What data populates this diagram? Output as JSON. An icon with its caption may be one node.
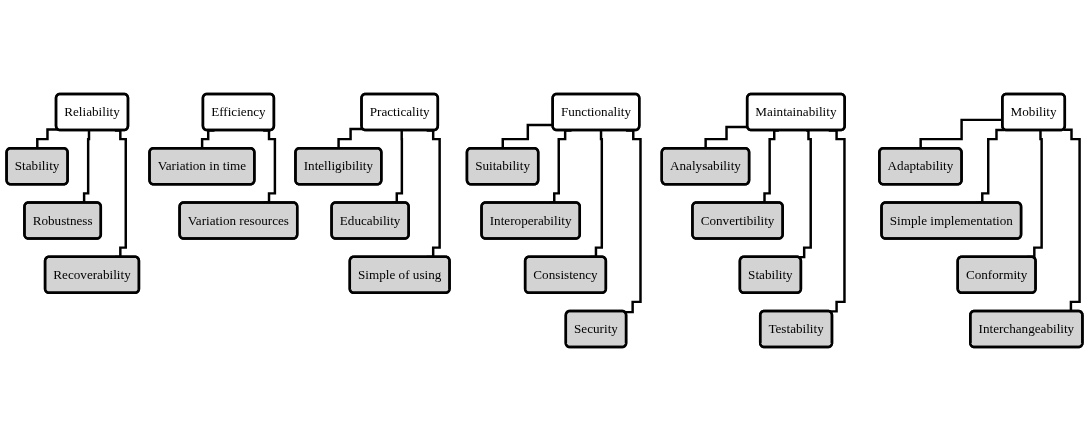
{
  "diagram": {
    "nodes": [
      {
        "text": [
          "Functionality"
        ]
      },
      {
        "text": [
          "Suitability"
        ]
      },
      {
        "text": [
          "Interoperability"
        ]
      },
      {
        "text": [
          "Consistency"
        ]
      },
      {
        "text": [
          "Security"
        ]
      },
      {
        "text": [
          "Reliability"
        ]
      },
      {
        "text": [
          "Stability"
        ]
      },
      {
        "text": [
          "Robustness"
        ]
      },
      {
        "text": [
          "Recoverability"
        ]
      },
      {
        "text": [
          "Practicality"
        ]
      },
      {
        "text": [
          "Intelligibility"
        ]
      },
      {
        "text": [
          "Educability"
        ]
      },
      {
        "text": [
          "Simple of using"
        ]
      },
      {
        "text": [
          "Efficiency"
        ]
      },
      {
        "text": [
          "Variation in time"
        ]
      },
      {
        "text": [
          "Variation resources"
        ]
      },
      {
        "text": [
          "Maintainability"
        ]
      },
      {
        "text": [
          "Analysability"
        ]
      },
      {
        "text": [
          "Convertibility"
        ]
      },
      {
        "text": [
          "Stability"
        ]
      },
      {
        "text": [
          "Testability"
        ]
      },
      {
        "text": [
          "Mobility"
        ]
      },
      {
        "text": [
          "Adaptability"
        ]
      },
      {
        "text": [
          "Simple implementation"
        ]
      },
      {
        "text": [
          "Conformity"
        ]
      },
      {
        "text": [
          "Interchangeability"
        ]
      }
    ],
    "edges": [
      {
        "from": 0,
        "to": 1,
        "arrow": "none"
      },
      {
        "from": 0,
        "to": 2,
        "arrow": "none"
      },
      {
        "from": 0,
        "to": 3,
        "arrow": "none"
      },
      {
        "from": 0,
        "to": 4,
        "arrow": "none"
      },
      {
        "from": 5,
        "to": 6,
        "arrow": "none"
      },
      {
        "from": 5,
        "to": 7,
        "arrow": "none"
      },
      {
        "from": 5,
        "to": 8,
        "arrow": "none"
      },
      {
        "from": 9,
        "to": 10,
        "arrow": "none"
      },
      {
        "from": 9,
        "to": 11,
        "arrow": "none"
      },
      {
        "from": 9,
        "to": 12,
        "arrow": "none"
      },
      {
        "from": 13,
        "to": 14,
        "arrow": "none"
      },
      {
        "from": 13,
        "to": 15,
        "arrow": "none"
      },
      {
        "from": 16,
        "to": 17,
        "arrow": "none"
      },
      {
        "from": 16,
        "to": 18,
        "arrow": "none"
      },
      {
        "from": 16,
        "to": 19,
        "arrow": "none"
      },
      {
        "from": 16,
        "to": 20,
        "arrow": "none"
      },
      {
        "from": 21,
        "to": 22,
        "arrow": "none"
      },
      {
        "from": 21,
        "to": 23,
        "arrow": "none"
      },
      {
        "from": 21,
        "to": 24,
        "arrow": "none"
      },
      {
        "from": 21,
        "to": 25,
        "arrow": "none"
      }
    ]
  }
}
